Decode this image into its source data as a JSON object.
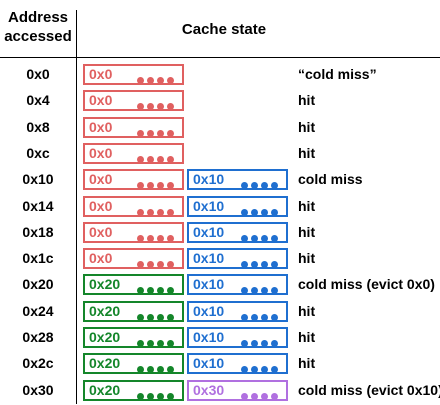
{
  "headers": {
    "address": "Address accessed",
    "cache": "Cache state"
  },
  "colors": {
    "red": "#e06060",
    "blue": "#1f6fd0",
    "green": "#14862a",
    "purple": "#b070e0"
  },
  "rows": [
    {
      "address": "0x0",
      "lines": [
        {
          "tag": "0x0",
          "color": "red"
        }
      ],
      "status": "“cold miss”"
    },
    {
      "address": "0x4",
      "lines": [
        {
          "tag": "0x0",
          "color": "red"
        }
      ],
      "status": "hit"
    },
    {
      "address": "0x8",
      "lines": [
        {
          "tag": "0x0",
          "color": "red"
        }
      ],
      "status": "hit"
    },
    {
      "address": "0xc",
      "lines": [
        {
          "tag": "0x0",
          "color": "red"
        }
      ],
      "status": "hit"
    },
    {
      "address": "0x10",
      "lines": [
        {
          "tag": "0x0",
          "color": "red"
        },
        {
          "tag": "0x10",
          "color": "blue"
        }
      ],
      "status": "cold miss"
    },
    {
      "address": "0x14",
      "lines": [
        {
          "tag": "0x0",
          "color": "red"
        },
        {
          "tag": "0x10",
          "color": "blue"
        }
      ],
      "status": "hit"
    },
    {
      "address": "0x18",
      "lines": [
        {
          "tag": "0x0",
          "color": "red"
        },
        {
          "tag": "0x10",
          "color": "blue"
        }
      ],
      "status": "hit"
    },
    {
      "address": "0x1c",
      "lines": [
        {
          "tag": "0x0",
          "color": "red"
        },
        {
          "tag": "0x10",
          "color": "blue"
        }
      ],
      "status": "hit"
    },
    {
      "address": "0x20",
      "lines": [
        {
          "tag": "0x20",
          "color": "green"
        },
        {
          "tag": "0x10",
          "color": "blue"
        }
      ],
      "status": "cold miss (evict 0x0)"
    },
    {
      "address": "0x24",
      "lines": [
        {
          "tag": "0x20",
          "color": "green"
        },
        {
          "tag": "0x10",
          "color": "blue"
        }
      ],
      "status": "hit"
    },
    {
      "address": "0x28",
      "lines": [
        {
          "tag": "0x20",
          "color": "green"
        },
        {
          "tag": "0x10",
          "color": "blue"
        }
      ],
      "status": "hit"
    },
    {
      "address": "0x2c",
      "lines": [
        {
          "tag": "0x20",
          "color": "green"
        },
        {
          "tag": "0x10",
          "color": "blue"
        }
      ],
      "status": "hit"
    },
    {
      "address": "0x30",
      "lines": [
        {
          "tag": "0x20",
          "color": "green"
        },
        {
          "tag": "0x30",
          "color": "purple"
        }
      ],
      "status": "cold miss (evict 0x10)"
    }
  ]
}
